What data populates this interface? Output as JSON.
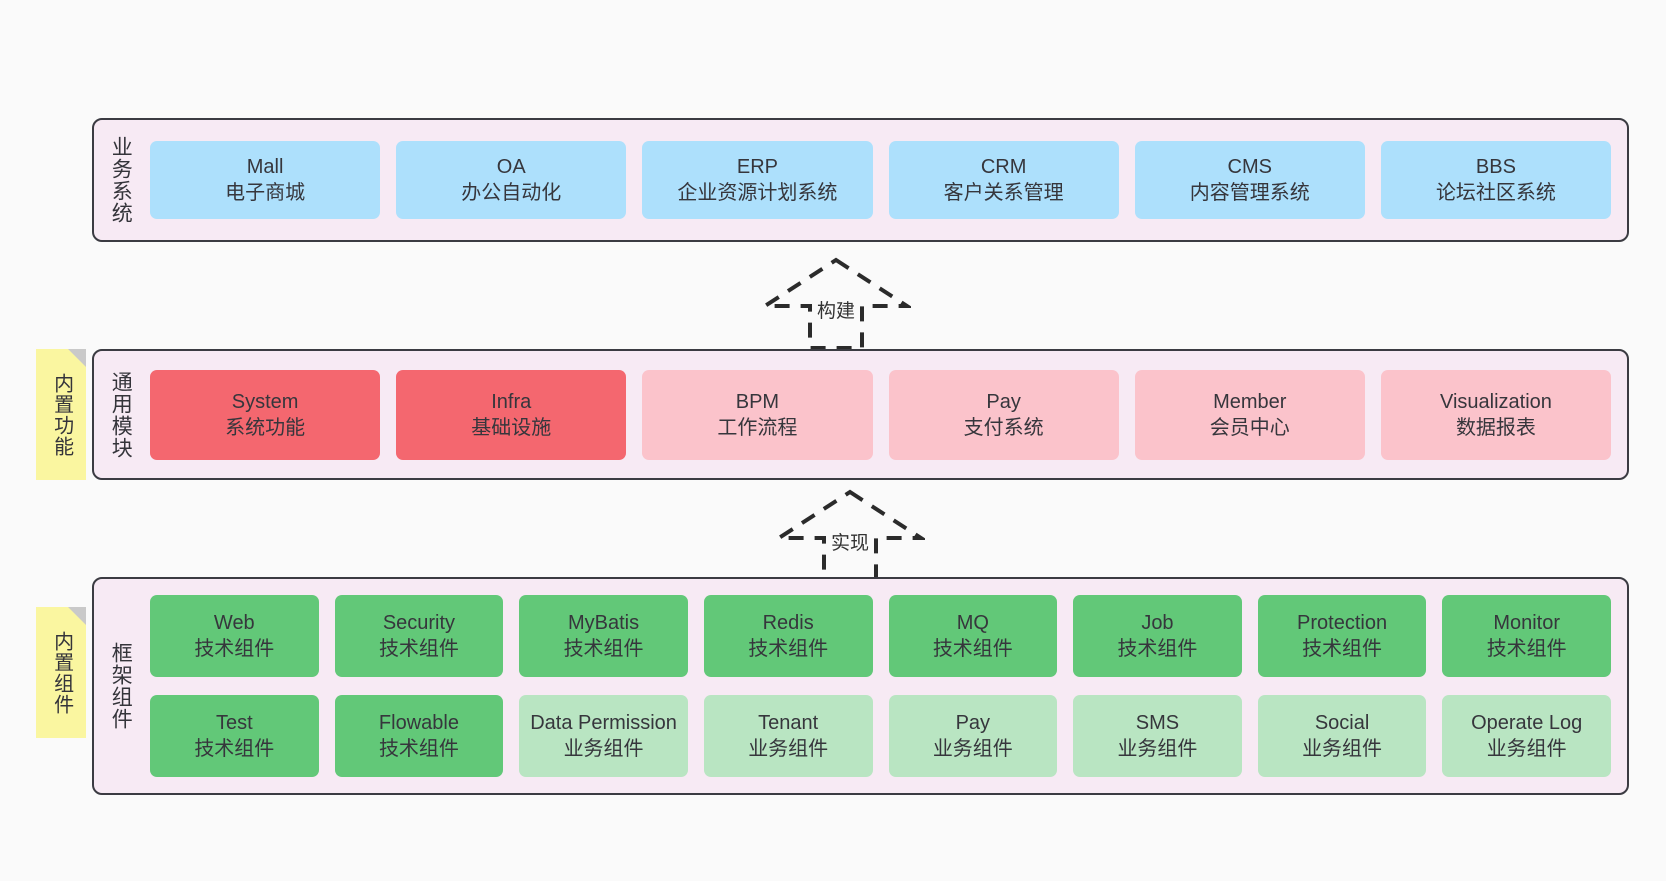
{
  "diagram": {
    "background_color": "#fafafa",
    "container_color": "#f7eaf4",
    "border_color": "#3b3b42",
    "sticky_color": "#faf6a0",
    "layers": [
      {
        "id": "business",
        "caption": "业务系统",
        "rows": [
          {
            "nodes": [
              {
                "en": "Mall",
                "cn": "电子商城",
                "style": "blue",
                "color": "#ade0fc"
              },
              {
                "en": "OA",
                "cn": "办公自动化",
                "style": "blue",
                "color": "#ade0fc"
              },
              {
                "en": "ERP",
                "cn": "企业资源计划系统",
                "style": "blue",
                "color": "#ade0fc"
              },
              {
                "en": "CRM",
                "cn": "客户关系管理",
                "style": "blue",
                "color": "#ade0fc"
              },
              {
                "en": "CMS",
                "cn": "内容管理系统",
                "style": "blue",
                "color": "#ade0fc"
              },
              {
                "en": "BBS",
                "cn": "论坛社区系统",
                "style": "blue",
                "color": "#ade0fc"
              }
            ]
          }
        ]
      },
      {
        "id": "common",
        "caption": "通用模块",
        "sticky": "内置功能",
        "rows": [
          {
            "nodes": [
              {
                "en": "System",
                "cn": "系统功能",
                "style": "red",
                "color": "#f4676f"
              },
              {
                "en": "Infra",
                "cn": "基础设施",
                "style": "red",
                "color": "#f4676f"
              },
              {
                "en": "BPM",
                "cn": "工作流程",
                "style": "pink",
                "color": "#fbc3cb"
              },
              {
                "en": "Pay",
                "cn": "支付系统",
                "style": "pink",
                "color": "#fbc3cb"
              },
              {
                "en": "Member",
                "cn": "会员中心",
                "style": "pink",
                "color": "#fbc3cb"
              },
              {
                "en": "Visualization",
                "cn": "数据报表",
                "style": "pink",
                "color": "#fbc3cb"
              }
            ]
          }
        ]
      },
      {
        "id": "framework",
        "caption": "框架组件",
        "sticky": "内置组件",
        "rows": [
          {
            "nodes": [
              {
                "en": "Web",
                "cn": "技术组件",
                "style": "green",
                "color": "#62c878"
              },
              {
                "en": "Security",
                "cn": "技术组件",
                "style": "green",
                "color": "#62c878"
              },
              {
                "en": "MyBatis",
                "cn": "技术组件",
                "style": "green",
                "color": "#62c878"
              },
              {
                "en": "Redis",
                "cn": "技术组件",
                "style": "green",
                "color": "#62c878"
              },
              {
                "en": "MQ",
                "cn": "技术组件",
                "style": "green",
                "color": "#62c878"
              },
              {
                "en": "Job",
                "cn": "技术组件",
                "style": "green",
                "color": "#62c878"
              },
              {
                "en": "Protection",
                "cn": "技术组件",
                "style": "green",
                "color": "#62c878"
              },
              {
                "en": "Monitor",
                "cn": "技术组件",
                "style": "green",
                "color": "#62c878"
              }
            ]
          },
          {
            "nodes": [
              {
                "en": "Test",
                "cn": "技术组件",
                "style": "green",
                "color": "#62c878"
              },
              {
                "en": "Flowable",
                "cn": "技术组件",
                "style": "green",
                "color": "#62c878"
              },
              {
                "en": "Data Permission",
                "cn": "业务组件",
                "style": "lightgreen",
                "color": "#b9e5c2"
              },
              {
                "en": "Tenant",
                "cn": "业务组件",
                "style": "lightgreen",
                "color": "#b9e5c2"
              },
              {
                "en": "Pay",
                "cn": "业务组件",
                "style": "lightgreen",
                "color": "#b9e5c2"
              },
              {
                "en": "SMS",
                "cn": "业务组件",
                "style": "lightgreen",
                "color": "#b9e5c2"
              },
              {
                "en": "Social",
                "cn": "业务组件",
                "style": "lightgreen",
                "color": "#b9e5c2"
              },
              {
                "en": "Operate Log",
                "cn": "业务组件",
                "style": "lightgreen",
                "color": "#b9e5c2"
              }
            ]
          }
        ]
      }
    ],
    "connectors": [
      {
        "id": "build",
        "label": "构建",
        "direction": "up",
        "from": "common",
        "to": "business"
      },
      {
        "id": "implement",
        "label": "实现",
        "direction": "up",
        "from": "framework",
        "to": "common"
      }
    ]
  }
}
